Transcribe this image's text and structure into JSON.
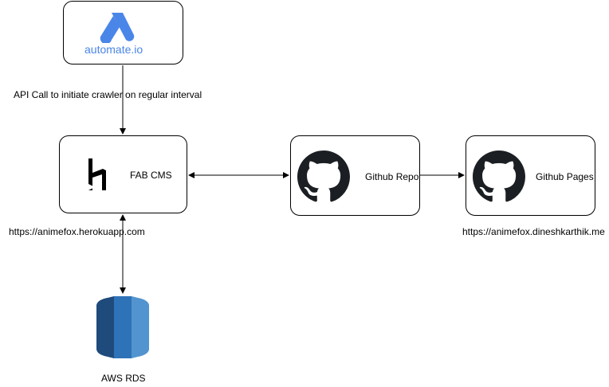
{
  "nodes": {
    "automate": {
      "logo_text": "automate.io"
    },
    "fab_cms": {
      "label": "FAB CMS",
      "url": "https://animefox.herokuapp.com"
    },
    "github_repo": {
      "label": "Github Repo"
    },
    "github_pages": {
      "label": "Github Pages",
      "url": "https://animefox.dineshkarthik.me"
    },
    "aws_rds": {
      "label": "AWS RDS"
    }
  },
  "edges": {
    "automate_to_cms": {
      "label": "API Call to initiate crawler on regular interval"
    }
  },
  "colors": {
    "automate_blue": "#4a86e8",
    "github_dark": "#1b1f23",
    "rds_dark": "#1f4a7c",
    "rds_mid": "#2e73b8",
    "rds_light": "#5294cf"
  }
}
